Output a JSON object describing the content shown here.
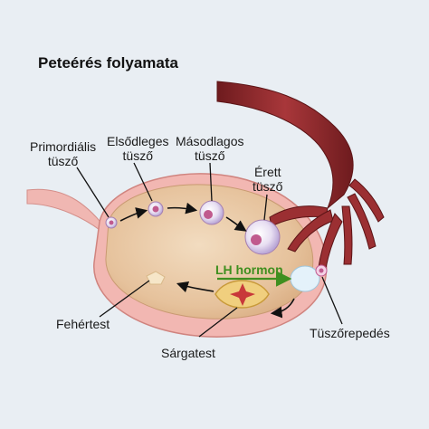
{
  "title": "Peteérés folyamata",
  "labels": {
    "primordial": [
      "Primordiális",
      "tüsző"
    ],
    "primary": [
      "Elsődleges",
      "tüsző"
    ],
    "secondary": [
      "Másodlagos",
      "tüsző"
    ],
    "mature": [
      "Érett",
      "tüsző"
    ],
    "lh": "LH hormon",
    "rupture": "Tüszőrepedés",
    "albicans": "Fehértest",
    "luteum": "Sárgatest"
  },
  "colors": {
    "background": "#e9eef3",
    "ovary": "#e9c9a4",
    "ovary_outer": "#f2b7b2",
    "tube": "#8e2a2c",
    "lh_arrow": "#3f8f1f"
  }
}
